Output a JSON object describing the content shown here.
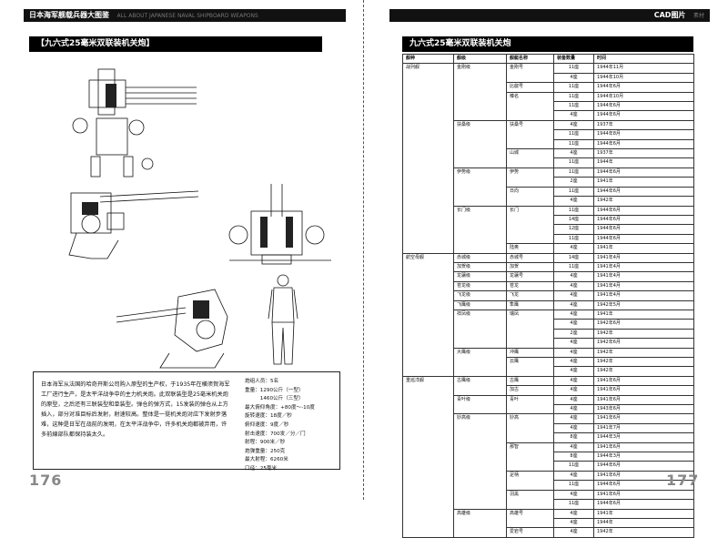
{
  "left_page": {
    "header_main": "日本海军舰载兵器大图鉴",
    "header_sub": "ALL ABOUT JAPANESE NAVAL SHIPBOARD WEAPONS",
    "title": "【九六式25毫米双联装机关炮】",
    "body_text": "日本海军从法国的哈奇开斯公司购入原型的生产权，于1935年在横须賀海军工厂进行生产，是太平洋战争中的主力机关炮。此双联装型是25毫米机关炮的原型，之后还有三联装型和单装型。弹仓的弹方式，15发装的弹仓从上方插入，部分对准目标后发射，射速较高。整体是一挺机关炮对应下发射步落难，这种是日军在战前的发明，在太平洋战争中，许多机关炮都被弃用，许多前線部队都保持装太久。",
    "specs": [
      "炮组人员：5名",
      "重量：1290公斤（一型）",
      "　　　1460公斤（三型）",
      "最大俯仰角度：+80度～-10度",
      "旋转速度：18度／秒",
      "俯仰速度：9度／秒",
      "射击速度：700发／分／门",
      "射程：900米／秒",
      "炮弹重量：250克",
      "最大射程：6260米",
      "口径：25毫米"
    ],
    "page_number": "176"
  },
  "right_page": {
    "header_main": "CAD图片",
    "header_sub": "素材",
    "title": "九六式25毫米双联装机关炮",
    "table": {
      "columns": [
        "舰种",
        "舰级",
        "舰艇名称",
        "装备数量",
        "时间"
      ],
      "groups": [
        {
          "type": "战列舰",
          "classes": [
            {
              "name": "金刚级",
              "ships": [
                {
                  "name": "金刚号",
                  "rows": [
                    [
                      "11座",
                      "1944年11月"
                    ],
                    [
                      "4座",
                      "1944年10月"
                    ]
                  ]
                },
                {
                  "name": "比叡号",
                  "rows": [
                    [
                      "11座",
                      "1944年6月"
                    ]
                  ]
                },
                {
                  "name": "榛名",
                  "rows": [
                    [
                      "11座",
                      "1944年10月"
                    ],
                    [
                      "11座",
                      "1944年6月"
                    ],
                    [
                      "4座",
                      "1944年6月"
                    ]
                  ]
                }
              ]
            },
            {
              "name": "扶桑级",
              "ships": [
                {
                  "name": "扶桑号",
                  "rows": [
                    [
                      "4座",
                      "1937年"
                    ],
                    [
                      "11座",
                      "1944年8月"
                    ],
                    [
                      "11座",
                      "1944年6月"
                    ]
                  ]
                },
                {
                  "name": "山城",
                  "rows": [
                    [
                      "4座",
                      "1937年"
                    ],
                    [
                      "11座",
                      "1944年"
                    ]
                  ]
                }
              ]
            },
            {
              "name": "伊势级",
              "ships": [
                {
                  "name": "伊势",
                  "rows": [
                    [
                      "11座",
                      "1944年6月"
                    ],
                    [
                      "2座",
                      "1941年"
                    ]
                  ]
                },
                {
                  "name": "日向",
                  "rows": [
                    [
                      "11座",
                      "1944年6月"
                    ],
                    [
                      "4座",
                      "1942年"
                    ]
                  ]
                }
              ]
            },
            {
              "name": "长门级",
              "ships": [
                {
                  "name": "长门",
                  "rows": [
                    [
                      "11座",
                      "1944年6月"
                    ],
                    [
                      "14座",
                      "1944年6月"
                    ],
                    [
                      "12座",
                      "1944年6月"
                    ],
                    [
                      "11座",
                      "1944年6月"
                    ]
                  ]
                },
                {
                  "name": "陆奥",
                  "rows": [
                    [
                      "4座",
                      "1941年"
                    ]
                  ]
                }
              ]
            }
          ]
        },
        {
          "type": "航空母舰",
          "classes": [
            {
              "name": "赤城级",
              "ships": [
                {
                  "name": "赤城号",
                  "rows": [
                    [
                      "14座",
                      "1941年4月"
                    ]
                  ]
                }
              ]
            },
            {
              "name": "加贺级",
              "ships": [
                {
                  "name": "加贺",
                  "rows": [
                    [
                      "11座",
                      "1941年4月"
                    ]
                  ]
                }
              ]
            },
            {
              "name": "龙骧级",
              "ships": [
                {
                  "name": "龙骧号",
                  "rows": [
                    [
                      "4座",
                      "1941年4月"
                    ]
                  ]
                }
              ]
            },
            {
              "name": "苍龙级",
              "ships": [
                {
                  "name": "苍龙",
                  "rows": [
                    [
                      "4座",
                      "1941年4月"
                    ]
                  ]
                }
              ]
            },
            {
              "name": "飞龙级",
              "ships": [
                {
                  "name": "飞龙",
                  "rows": [
                    [
                      "4座",
                      "1941年4月"
                    ]
                  ]
                }
              ]
            },
            {
              "name": "飞鹰级",
              "ships": [
                {
                  "name": "隼鹰",
                  "rows": [
                    [
                      "4座",
                      "1942年5月"
                    ]
                  ]
                }
              ]
            },
            {
              "name": "祥凤级",
              "ships": [
                {
                  "name": "瑞凤",
                  "rows": [
                    [
                      "4座",
                      "1941年"
                    ],
                    [
                      "4座",
                      "1942年6月"
                    ],
                    [
                      "2座",
                      "1942年"
                    ],
                    [
                      "4座",
                      "1942年6月"
                    ]
                  ]
                }
              ]
            },
            {
              "name": "大鹰级",
              "ships": [
                {
                  "name": "冲鹰",
                  "rows": [
                    [
                      "4座",
                      "1942年"
                    ]
                  ]
                },
                {
                  "name": "云鹰",
                  "rows": [
                    [
                      "4座",
                      "1942年"
                    ],
                    [
                      "4座",
                      "1942年"
                    ]
                  ]
                }
              ]
            }
          ]
        },
        {
          "type": "重巡洋舰",
          "classes": [
            {
              "name": "古鹰级",
              "ships": [
                {
                  "name": "古鹰",
                  "rows": [
                    [
                      "4座",
                      "1941年6月"
                    ]
                  ]
                },
                {
                  "name": "加古",
                  "rows": [
                    [
                      "4座",
                      "1941年6月"
                    ]
                  ]
                }
              ]
            },
            {
              "name": "青叶级",
              "ships": [
                {
                  "name": "青叶",
                  "rows": [
                    [
                      "4座",
                      "1941年6月"
                    ],
                    [
                      "4座",
                      "1943年6月"
                    ]
                  ]
                }
              ]
            },
            {
              "name": "妙高级",
              "ships": [
                {
                  "name": "妙高",
                  "rows": [
                    [
                      "4座",
                      "1941年6月"
                    ],
                    [
                      "4座",
                      "1941年7月"
                    ],
                    [
                      "8座",
                      "1944年3月"
                    ]
                  ]
                },
                {
                  "name": "那智",
                  "rows": [
                    [
                      "4座",
                      "1941年6月"
                    ],
                    [
                      "8座",
                      "1944年3月"
                    ],
                    [
                      "11座",
                      "1944年6月"
                    ]
                  ]
                },
                {
                  "name": "足柄",
                  "rows": [
                    [
                      "4座",
                      "1941年6月"
                    ],
                    [
                      "11座",
                      "1944年6月"
                    ]
                  ]
                },
                {
                  "name": "羽黑",
                  "rows": [
                    [
                      "4座",
                      "1941年6月"
                    ],
                    [
                      "11座",
                      "1944年6月"
                    ]
                  ]
                }
              ]
            },
            {
              "name": "高雄级",
              "ships": [
                {
                  "name": "高雄号",
                  "rows": [
                    [
                      "4座",
                      "1941年"
                    ],
                    [
                      "4座",
                      "1944年"
                    ]
                  ]
                },
                {
                  "name": "爱宕号",
                  "rows": [
                    [
                      "4座",
                      "1942年"
                    ]
                  ]
                }
              ]
            }
          ]
        }
      ]
    },
    "page_number": "177"
  }
}
